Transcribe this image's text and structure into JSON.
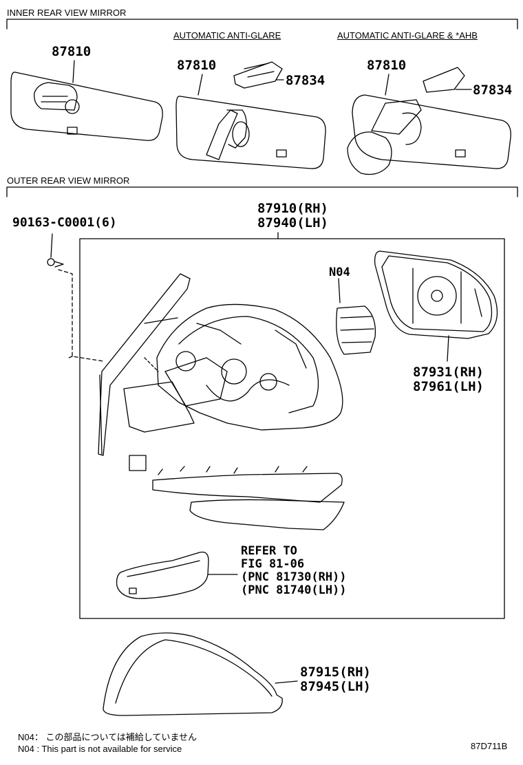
{
  "sections": {
    "inner": "INNER REAR VIEW MIRROR",
    "outer": "OUTER REAR VIEW MIRROR"
  },
  "variants": {
    "auto": "AUTOMATIC ANTI-GLARE",
    "auto_ahb": "AUTOMATIC ANTI-GLARE & *AHB"
  },
  "parts": {
    "mirror_std": "87810",
    "mirror_auto": "87810",
    "mirror_ahb": "87810",
    "cover_auto": "87834",
    "cover_ahb": "87834",
    "screw": "90163-C0001(6)",
    "assy_rh": "87910(RH)",
    "assy_lh": "87940(LH)",
    "bulb": "N04",
    "glass_rh": "87931(RH)",
    "glass_lh": "87961(LH)",
    "cap_rh": "87915(RH)",
    "cap_lh": "87945(LH)"
  },
  "refer": {
    "line1": "REFER TO",
    "line2": "FIG 81-06",
    "line3": "(PNC 81730(RH))",
    "line4": "(PNC 81740(LH))"
  },
  "notes": {
    "jp": "N04： この部品については補給していません",
    "en": "N04 :  This part is not available for service"
  },
  "figure_code": "87D711B"
}
